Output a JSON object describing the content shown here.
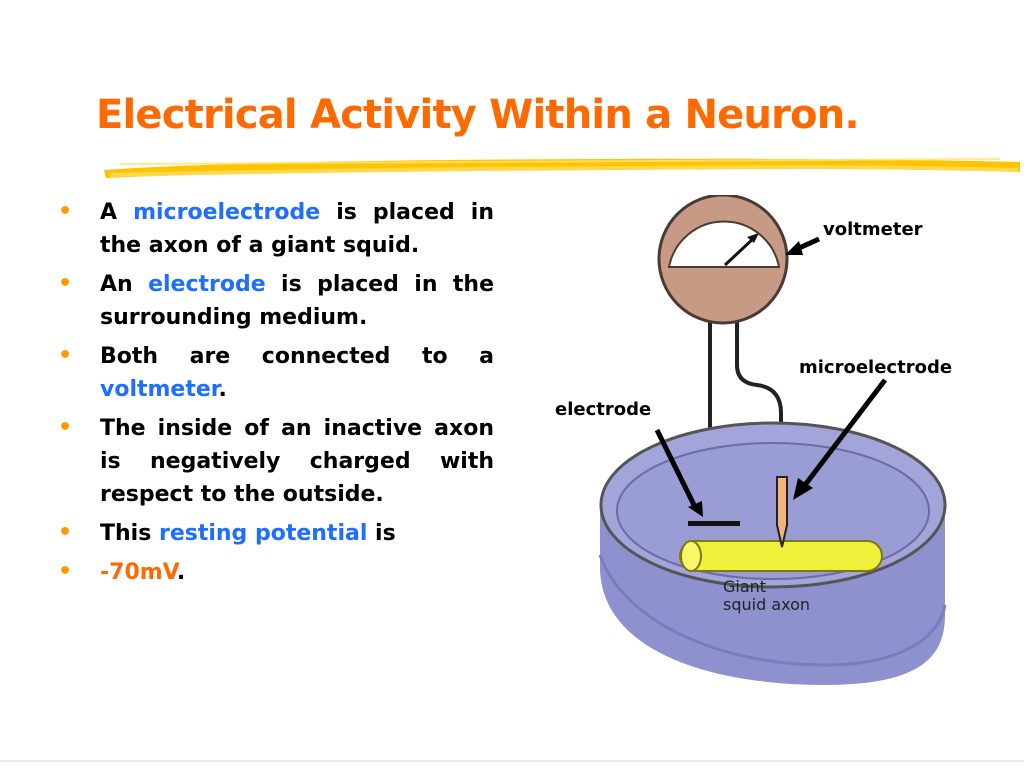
{
  "slide": {
    "title": "Electrical Activity Within a Neuron.",
    "bullets": [
      {
        "parts": [
          {
            "text": "A ",
            "style": "plain"
          },
          {
            "text": "microelectrode",
            "style": "keyword"
          },
          {
            "text": " is placed in the axon of a giant squid.",
            "style": "plain"
          }
        ]
      },
      {
        "parts": [
          {
            "text": "An ",
            "style": "plain"
          },
          {
            "text": "electrode",
            "style": "keyword"
          },
          {
            "text": " is placed in the surrounding medium.",
            "style": "plain"
          }
        ]
      },
      {
        "parts": [
          {
            "text": "Both are connected to a ",
            "style": "plain"
          },
          {
            "text": "voltmeter",
            "style": "keyword"
          },
          {
            "text": ".",
            "style": "plain"
          }
        ]
      },
      {
        "parts": [
          {
            "text": "The inside of an inactive axon is negatively charged with respect to the outside.",
            "style": "plain"
          }
        ]
      },
      {
        "parts": [
          {
            "text": "This ",
            "style": "plain"
          },
          {
            "text": "resting potential",
            "style": "keyword"
          },
          {
            "text": " is",
            "style": "plain"
          }
        ]
      },
      {
        "parts": [
          {
            "text": "-70mV",
            "style": "value"
          },
          {
            "text": ".",
            "style": "plain"
          }
        ]
      }
    ]
  },
  "figure": {
    "labels": {
      "voltmeter": "voltmeter",
      "microelectrode": "microelectrode",
      "electrode": "electrode"
    },
    "axon_label_line1": "Giant",
    "axon_label_line2": "squid axon"
  },
  "colors": {
    "title": "#ff6a00",
    "bullet": "#ff9900",
    "keyword": "#1e6eff",
    "value": "#ff6a00",
    "highlighter": "#ffc400",
    "meter_body": "#c79a85",
    "dish_fill": "#9fa0d8",
    "axon": "#eef03a"
  },
  "icons": {
    "bullet": "orange-bullet-dot",
    "title_underline": "yellow-highlighter-stroke"
  }
}
